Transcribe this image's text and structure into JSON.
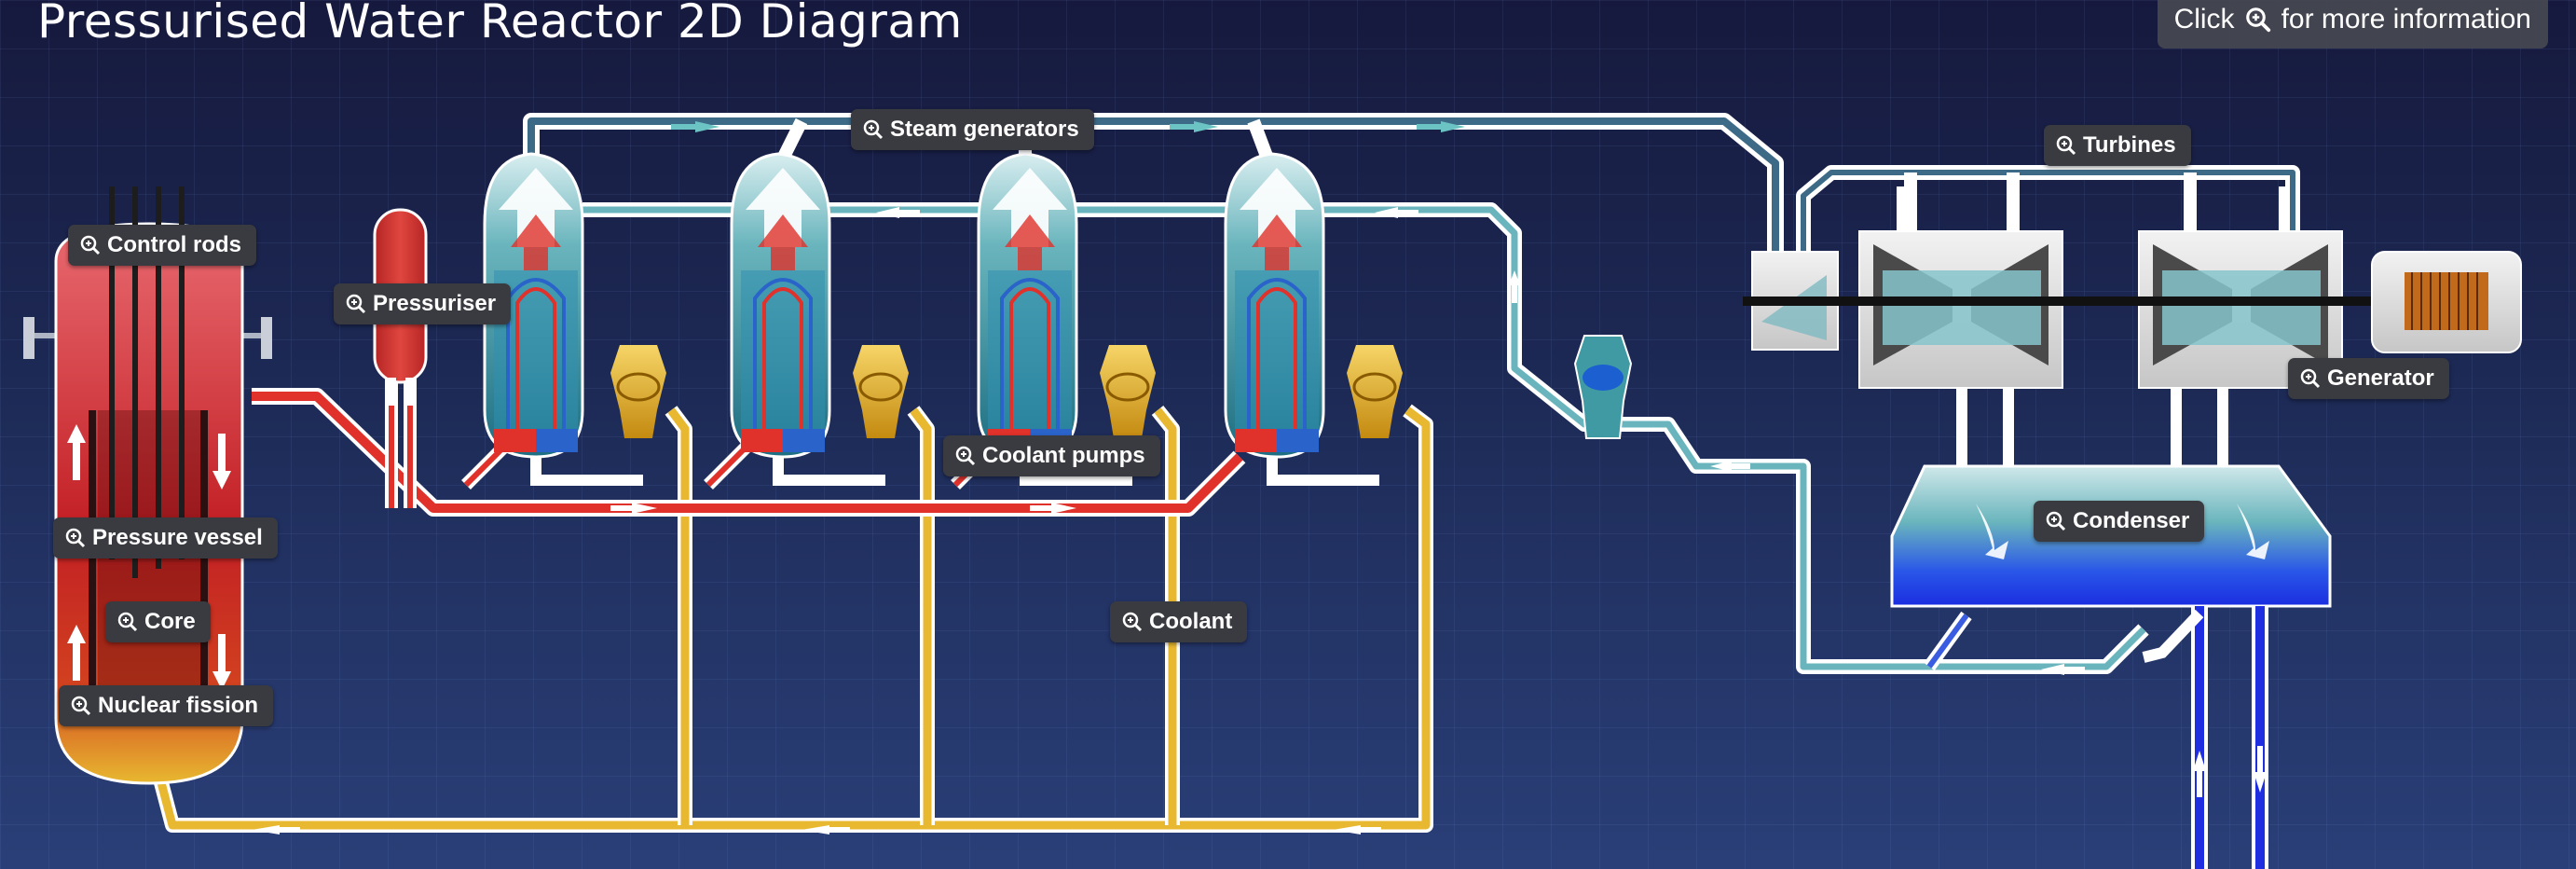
{
  "title": "Pressurised Water Reactor 2D Diagram",
  "help": {
    "before": "Click",
    "icon": "zoom-in-icon",
    "after": "for more information"
  },
  "labels": {
    "steam_generators": "Steam generators",
    "turbines": "Turbines",
    "control_rods": "Control rods",
    "pressuriser": "Pressuriser",
    "generator": "Generator",
    "coolant_pumps": "Coolant pumps",
    "condenser": "Condenser",
    "pressure_vessel": "Pressure vessel",
    "core": "Core",
    "coolant": "Coolant",
    "nuclear_fission": "Nuclear fission"
  },
  "colors": {
    "hot_coolant": "#e0312b",
    "cold_coolant": "#2a63c9",
    "return_coolant": "#e8b830",
    "steam": "#8ec9cc",
    "condenser_water": "#2a3cf0",
    "label_bg": "#3a3b40"
  }
}
